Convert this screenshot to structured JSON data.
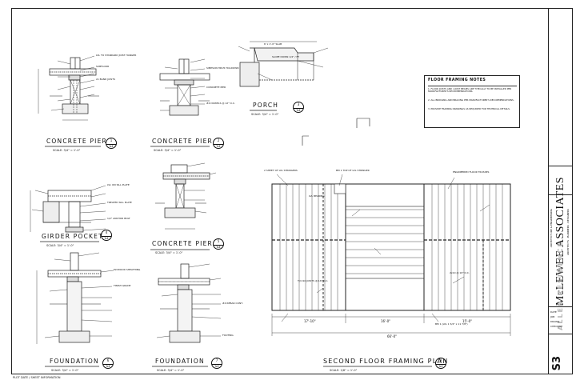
{
  "title_block": {
    "firm": "McLEWEE ASSOCIATES",
    "firm_sub1": "ARCHITECTURE & ENGINEERING",
    "firm_sub2": "ARCHITECTS  ·  PLANNERS  ·  DESIGNERS",
    "project": "ALLEN RESIDENCE",
    "sheet_number": "S3",
    "rows": [
      "DATE",
      "JOB",
      "DRAWN",
      "CHECKED"
    ]
  },
  "details": [
    {
      "id": "concrete-pier-1",
      "title": "CONCRETE PIER",
      "scale": "SCALE: 3/4\" = 1'-0\"",
      "num": "1",
      "sheet": "S3"
    },
    {
      "id": "concrete-pier-2",
      "title": "CONCRETE PIER",
      "scale": "SCALE: 3/4\" = 1'-0\"",
      "num": "2",
      "sheet": "S3"
    },
    {
      "id": "porch",
      "title": "PORCH",
      "scale": "SCALE: 3/4\" = 1'-0\"",
      "num": "3",
      "sheet": "S3"
    },
    {
      "id": "girder-pocket",
      "title": "GIRDER POCKET",
      "scale": "SCALE: 3/4\" = 1'-0\"",
      "num": "4",
      "sheet": "S3"
    },
    {
      "id": "concrete-pier-3",
      "title": "CONCRETE PIER",
      "scale": "SCALE: 3/4\" = 1'-0\"",
      "num": "5",
      "sheet": "S3"
    },
    {
      "id": "foundation-1",
      "title": "FOUNDATION",
      "scale": "SCALE: 3/4\" = 1'-0\"",
      "num": "6",
      "sheet": "S3"
    },
    {
      "id": "foundation-2",
      "title": "FOUNDATION",
      "scale": "SCALE: 3/4\" = 1'-0\"",
      "num": "7",
      "sheet": "S3"
    },
    {
      "id": "framing-plan",
      "title": "SECOND FLOOR FRAMING PLAN",
      "scale": "SCALE: 1/8\" = 1'-0\"",
      "num": "8",
      "sheet": "S3"
    }
  ],
  "floor_notes": {
    "title": "FLOOR FRAMING NOTES",
    "items": [
      "1.  FLOOR JOISTS AND I-JOIST BEAMS ARE TYPICALLY TO BE INSTALLED PER MANUFACTURER'S RECOMMENDATIONS.",
      "2.  ALL BRIDGING AND BRACING PER MANUFACTURER'S RECOMMENDATIONS.",
      "3.  PROVIDE FRAMING DRAWINGS AS REQUIRED FOR TECHNICAL DETAILS."
    ]
  },
  "labels": {
    "porch_callout_1": "6' x 1'-0\" SLAB",
    "porch_callout_2": "SLOPE DOWN 1/4\" / FT",
    "pier_callout_1": "LVL TO STANDARD JOIST HANGER",
    "pier_callout_2": "SUBFLOOR",
    "pier_callout_3": "2x BAND JOISTS",
    "pier_callout_4": "SIMPSON HDU5 HOLDOWN",
    "pier_callout_5": "CONCRETE PIER",
    "pier_callout_6": "#4 DOWELS @ 12\" O.C.",
    "girder_callout_1": "LVL ON SILL PLATE",
    "girder_callout_2": "TREATED SILL PLATE",
    "girder_callout_3": "1/2\" ANCHOR BOLT",
    "found_callout_1": "PLYWOOD SHEATHING",
    "found_callout_2": "FINISH GRADE",
    "found_callout_3": "#4 REBAR CONT.",
    "found_callout_4": "FOOTING",
    "plan_callout_1": "2 SHEET OF LVL STRINGERS",
    "plan_callout_2": "BM 1 TOP OF LVL STRINGER",
    "plan_callout_3": "LVL BEARING",
    "plan_callout_4": "TJI 210 JOISTS @ 16\" O.C.",
    "plan_callout_5": "ENGINEERED FLOOR TRUSSES",
    "plan_callout_6": "BM 1 (LVL 1 3/4\" x 11 7/8\")",
    "plan_callout_7": "2x10 @ 16\" O.C.",
    "dim_1": "17'-10\"",
    "dim_2": "16'-0\"",
    "dim_3": "15'-0\"",
    "dim_4": "66'-0\""
  },
  "footer": "PLOT DATE / SHEET INFORMATION"
}
